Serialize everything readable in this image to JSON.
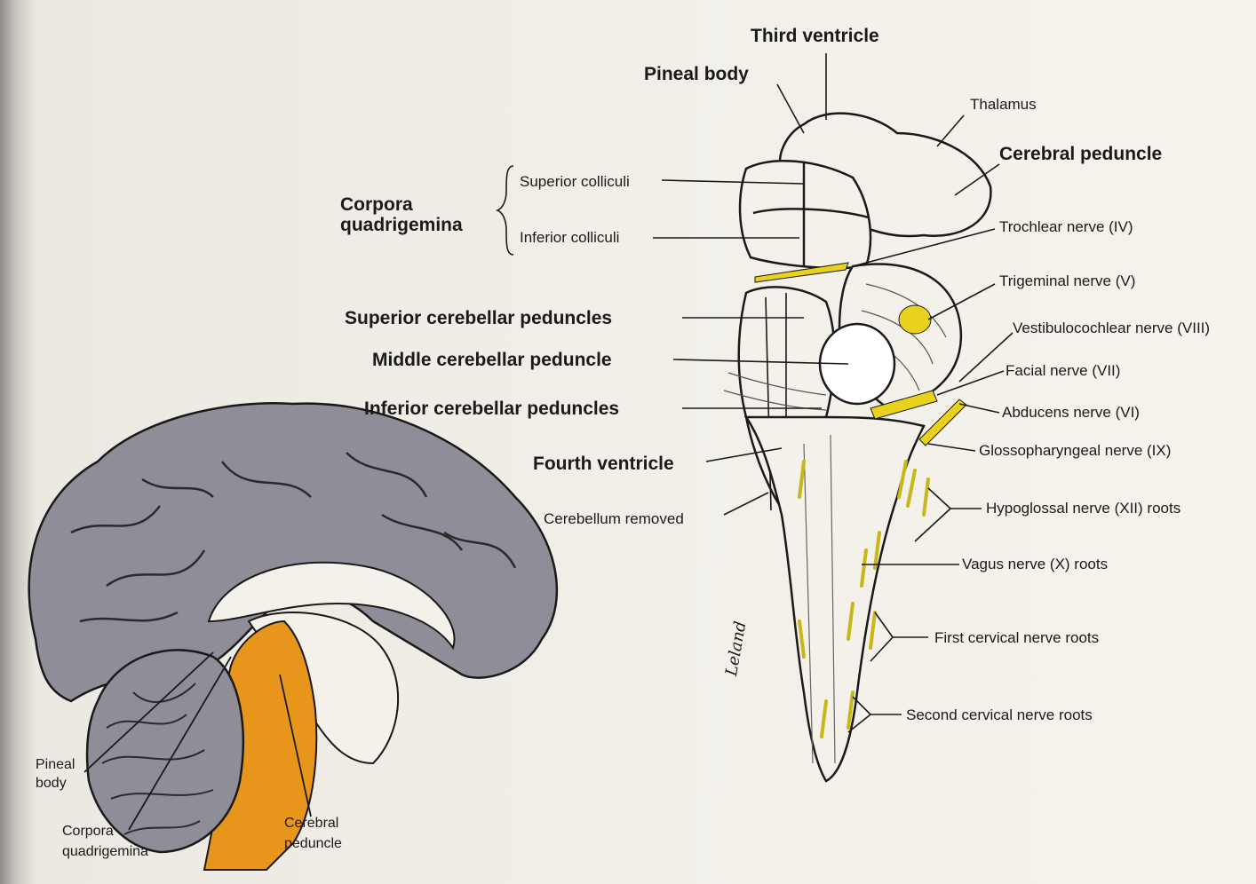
{
  "labels": {
    "third_ventricle": "Third ventricle",
    "pineal_body": "Pineal body",
    "thalamus": "Thalamus",
    "cerebral_peduncle": "Cerebral peduncle",
    "superior_colliculi": "Superior colliculi",
    "inferior_colliculi": "Inferior colliculi",
    "corpora_quadrigemina_1": "Corpora",
    "corpora_quadrigemina_2": "quadrigemina",
    "trochlear_nerve": "Trochlear nerve (IV)",
    "trigeminal_nerve": "Trigeminal nerve (V)",
    "vestibulocochlear_nerve": "Vestibulocochlear nerve (VIII)",
    "facial_nerve": "Facial nerve (VII)",
    "abducens_nerve": "Abducens nerve (VI)",
    "glossopharyngeal_nerve": "Glossopharyngeal nerve (IX)",
    "hypoglossal_nerve": "Hypoglossal nerve (XII) roots",
    "vagus_nerve": "Vagus nerve (X) roots",
    "first_cervical": "First cervical nerve roots",
    "second_cervical": "Second cervical nerve roots",
    "superior_cerebellar_peduncles": "Superior cerebellar peduncles",
    "middle_cerebellar_peduncle": "Middle cerebellar peduncle",
    "inferior_cerebellar_peduncles": "Inferior cerebellar peduncles",
    "fourth_ventricle": "Fourth ventricle",
    "cerebellum_removed": "Cerebellum removed",
    "signature": "Leland"
  },
  "inset_labels": {
    "pineal_body_1": "Pineal",
    "pineal_body_2": "body",
    "corpora_1": "Corpora",
    "corpora_2": "quadrigemina",
    "cerebral_peduncle_1": "Cerebral",
    "cerebral_peduncle_2": "peduncle"
  },
  "colors": {
    "nerve_yellow": "#e8d21c",
    "brainstem_orange": "#e8951c",
    "cortex_gray": "#8f8e98",
    "line": "#1a1a1a"
  }
}
